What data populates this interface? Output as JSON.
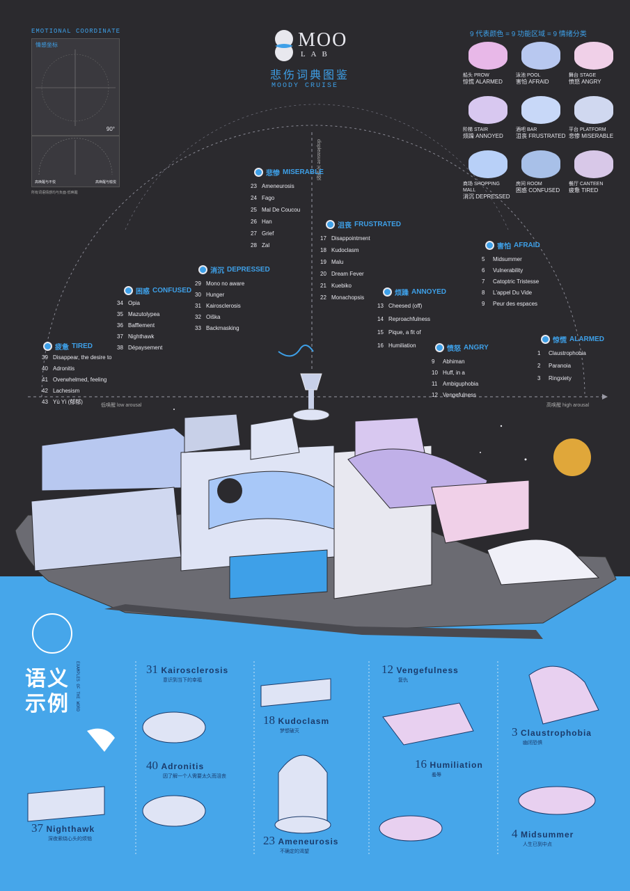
{
  "header": {
    "logo_text": "MOO",
    "logo_sub": "L A B",
    "title_cn": "悲伤词典图鉴",
    "subtitle": "MOODY CRUISE"
  },
  "emotional_coordinate": {
    "title": "EMOTIONAL COORDINATE",
    "box_label": "情感坐标",
    "angle_label": "90°",
    "axis_low": "高唤醒与不悦",
    "axis_high": "高唤醒与愉悦",
    "note": "所有词语情感均与负面·低唤醒"
  },
  "legend": {
    "title": "9 代表颜色 = 9 功能区域 = 9 情绪分类",
    "items": [
      {
        "area_cn": "船头",
        "area_en": "PROW",
        "emo_cn": "惊慌",
        "emo_en": "ALARMED",
        "color": "#e8b8e8"
      },
      {
        "area_cn": "泳池",
        "area_en": "POOL",
        "emo_cn": "害怕",
        "emo_en": "AFRAID",
        "color": "#b8c8f0"
      },
      {
        "area_cn": "舞台",
        "area_en": "STAGE",
        "emo_cn": "愤怒",
        "emo_en": "ANGRY",
        "color": "#f0d0e8"
      },
      {
        "area_cn": "阶梯",
        "area_en": "STAIR",
        "emo_cn": "烦躁",
        "emo_en": "ANNOYED",
        "color": "#d8c8f0"
      },
      {
        "area_cn": "酒吧",
        "area_en": "BAR",
        "emo_cn": "沮丧",
        "emo_en": "FRUSTRATED",
        "color": "#c8d8f8"
      },
      {
        "area_cn": "平台",
        "area_en": "PLATFORM",
        "emo_cn": "悲惨",
        "emo_en": "MISERABLE",
        "color": "#d0d8f0"
      },
      {
        "area_cn": "商场",
        "area_en": "SHOPPING MALL",
        "emo_cn": "消沉",
        "emo_en": "DEPRESSED",
        "color": "#b8d0f8"
      },
      {
        "area_cn": "房间",
        "area_en": "ROOM",
        "emo_cn": "困惑",
        "emo_en": "CONFUSED",
        "color": "#a8c0e8"
      },
      {
        "area_cn": "餐厅",
        "area_en": "CANTEEN",
        "emo_cn": "疲惫",
        "emo_en": "TIRED",
        "color": "#d8c8e8"
      }
    ]
  },
  "axes": {
    "vertical_label": "displeasure 不愉悦",
    "low": "低唤醒 low arousal",
    "high": "高唤醒 high arousal"
  },
  "categories": [
    {
      "cn": "疲惫",
      "en": "TIRED",
      "words": [
        [
          "39",
          "Disappear, the desire to"
        ],
        [
          "40",
          "Adronitis"
        ],
        [
          "41",
          "Overwhelmed, feeling"
        ],
        [
          "42",
          "Lachesism"
        ],
        [
          "43",
          "Yù Yì (郁郁)"
        ]
      ]
    },
    {
      "cn": "困惑",
      "en": "CONFUSED",
      "words": [
        [
          "34",
          "Opia"
        ],
        [
          "35",
          "Mazutolypea"
        ],
        [
          "36",
          "Bafflement"
        ],
        [
          "37",
          "Nighthawk"
        ],
        [
          "38",
          "Dépaysement"
        ]
      ]
    },
    {
      "cn": "消沉",
      "en": "DEPRESSED",
      "words": [
        [
          "29",
          "Mono no aware"
        ],
        [
          "30",
          "Hunger"
        ],
        [
          "31",
          "Kairosclerosis"
        ],
        [
          "32",
          "Oiška"
        ],
        [
          "33",
          "Backmasking"
        ]
      ]
    },
    {
      "cn": "悲惨",
      "en": "MISERABLE",
      "words": [
        [
          "23",
          "Ameneurosis"
        ],
        [
          "24",
          "Fago"
        ],
        [
          "25",
          "Mal De Coucou"
        ],
        [
          "26",
          "Han"
        ],
        [
          "27",
          "Grief"
        ],
        [
          "28",
          "Zal"
        ]
      ]
    },
    {
      "cn": "沮丧",
      "en": "FRUSTRATED",
      "words": [
        [
          "17",
          "Disappointment"
        ],
        [
          "18",
          "Kudoclasm"
        ],
        [
          "19",
          "Malu"
        ],
        [
          "20",
          "Dream Fever"
        ],
        [
          "21",
          "Kuebiko"
        ],
        [
          "22",
          "Monachopsis"
        ]
      ]
    },
    {
      "cn": "烦躁",
      "en": "ANNOYED",
      "words": [
        [
          "13",
          "Cheesed (off)"
        ],
        [
          "14",
          "Reproachfulness"
        ],
        [
          "15",
          "Pique, a fit of"
        ],
        [
          "16",
          "Humiliation"
        ]
      ]
    },
    {
      "cn": "愤怒",
      "en": "ANGRY",
      "words": [
        [
          "9",
          "Abhiman"
        ],
        [
          "10",
          "Huff, in a"
        ],
        [
          "11",
          "Ambiguphobia"
        ],
        [
          "12",
          "Vengefulness"
        ]
      ]
    },
    {
      "cn": "害怕",
      "en": "AFRAID",
      "words": [
        [
          "5",
          "Midsummer"
        ],
        [
          "6",
          "Vulnerability"
        ],
        [
          "7",
          "Catoptric Tristesse"
        ],
        [
          "8",
          "L'appel Du Vide"
        ],
        [
          "9",
          "Peur des espaces"
        ]
      ]
    },
    {
      "cn": "惊慌",
      "en": "ALARMED",
      "words": [
        [
          "1",
          "Claustrophobia"
        ],
        [
          "2",
          "Paranoia"
        ],
        [
          "3",
          "Ringxiety"
        ]
      ]
    }
  ],
  "examples": {
    "title_cn": "语义示例",
    "title_en": "EXAMPLES OF THE WORD",
    "cards": [
      {
        "num": "31",
        "title": "Kairosclerosis",
        "sub": "意识到当下的幸福"
      },
      {
        "num": "40",
        "title": "Adronitis",
        "sub": "因了解一个人需要太久而沮丧"
      },
      {
        "num": "37",
        "title": "Nighthawk",
        "sub": "深夜萦绕心头的烦恼"
      },
      {
        "num": "18",
        "title": "Kudoclasm",
        "sub": "梦想破灭"
      },
      {
        "num": "23",
        "title": "Ameneurosis",
        "sub": "不确定的渴望"
      },
      {
        "num": "12",
        "title": "Vengefulness",
        "sub": "复仇"
      },
      {
        "num": "16",
        "title": "Humiliation",
        "sub": "羞辱"
      },
      {
        "num": "3",
        "title": "Claustrophobia",
        "sub": "幽闭恐惧"
      },
      {
        "num": "4",
        "title": "Midsummer",
        "sub": "人生已到中点"
      }
    ]
  }
}
